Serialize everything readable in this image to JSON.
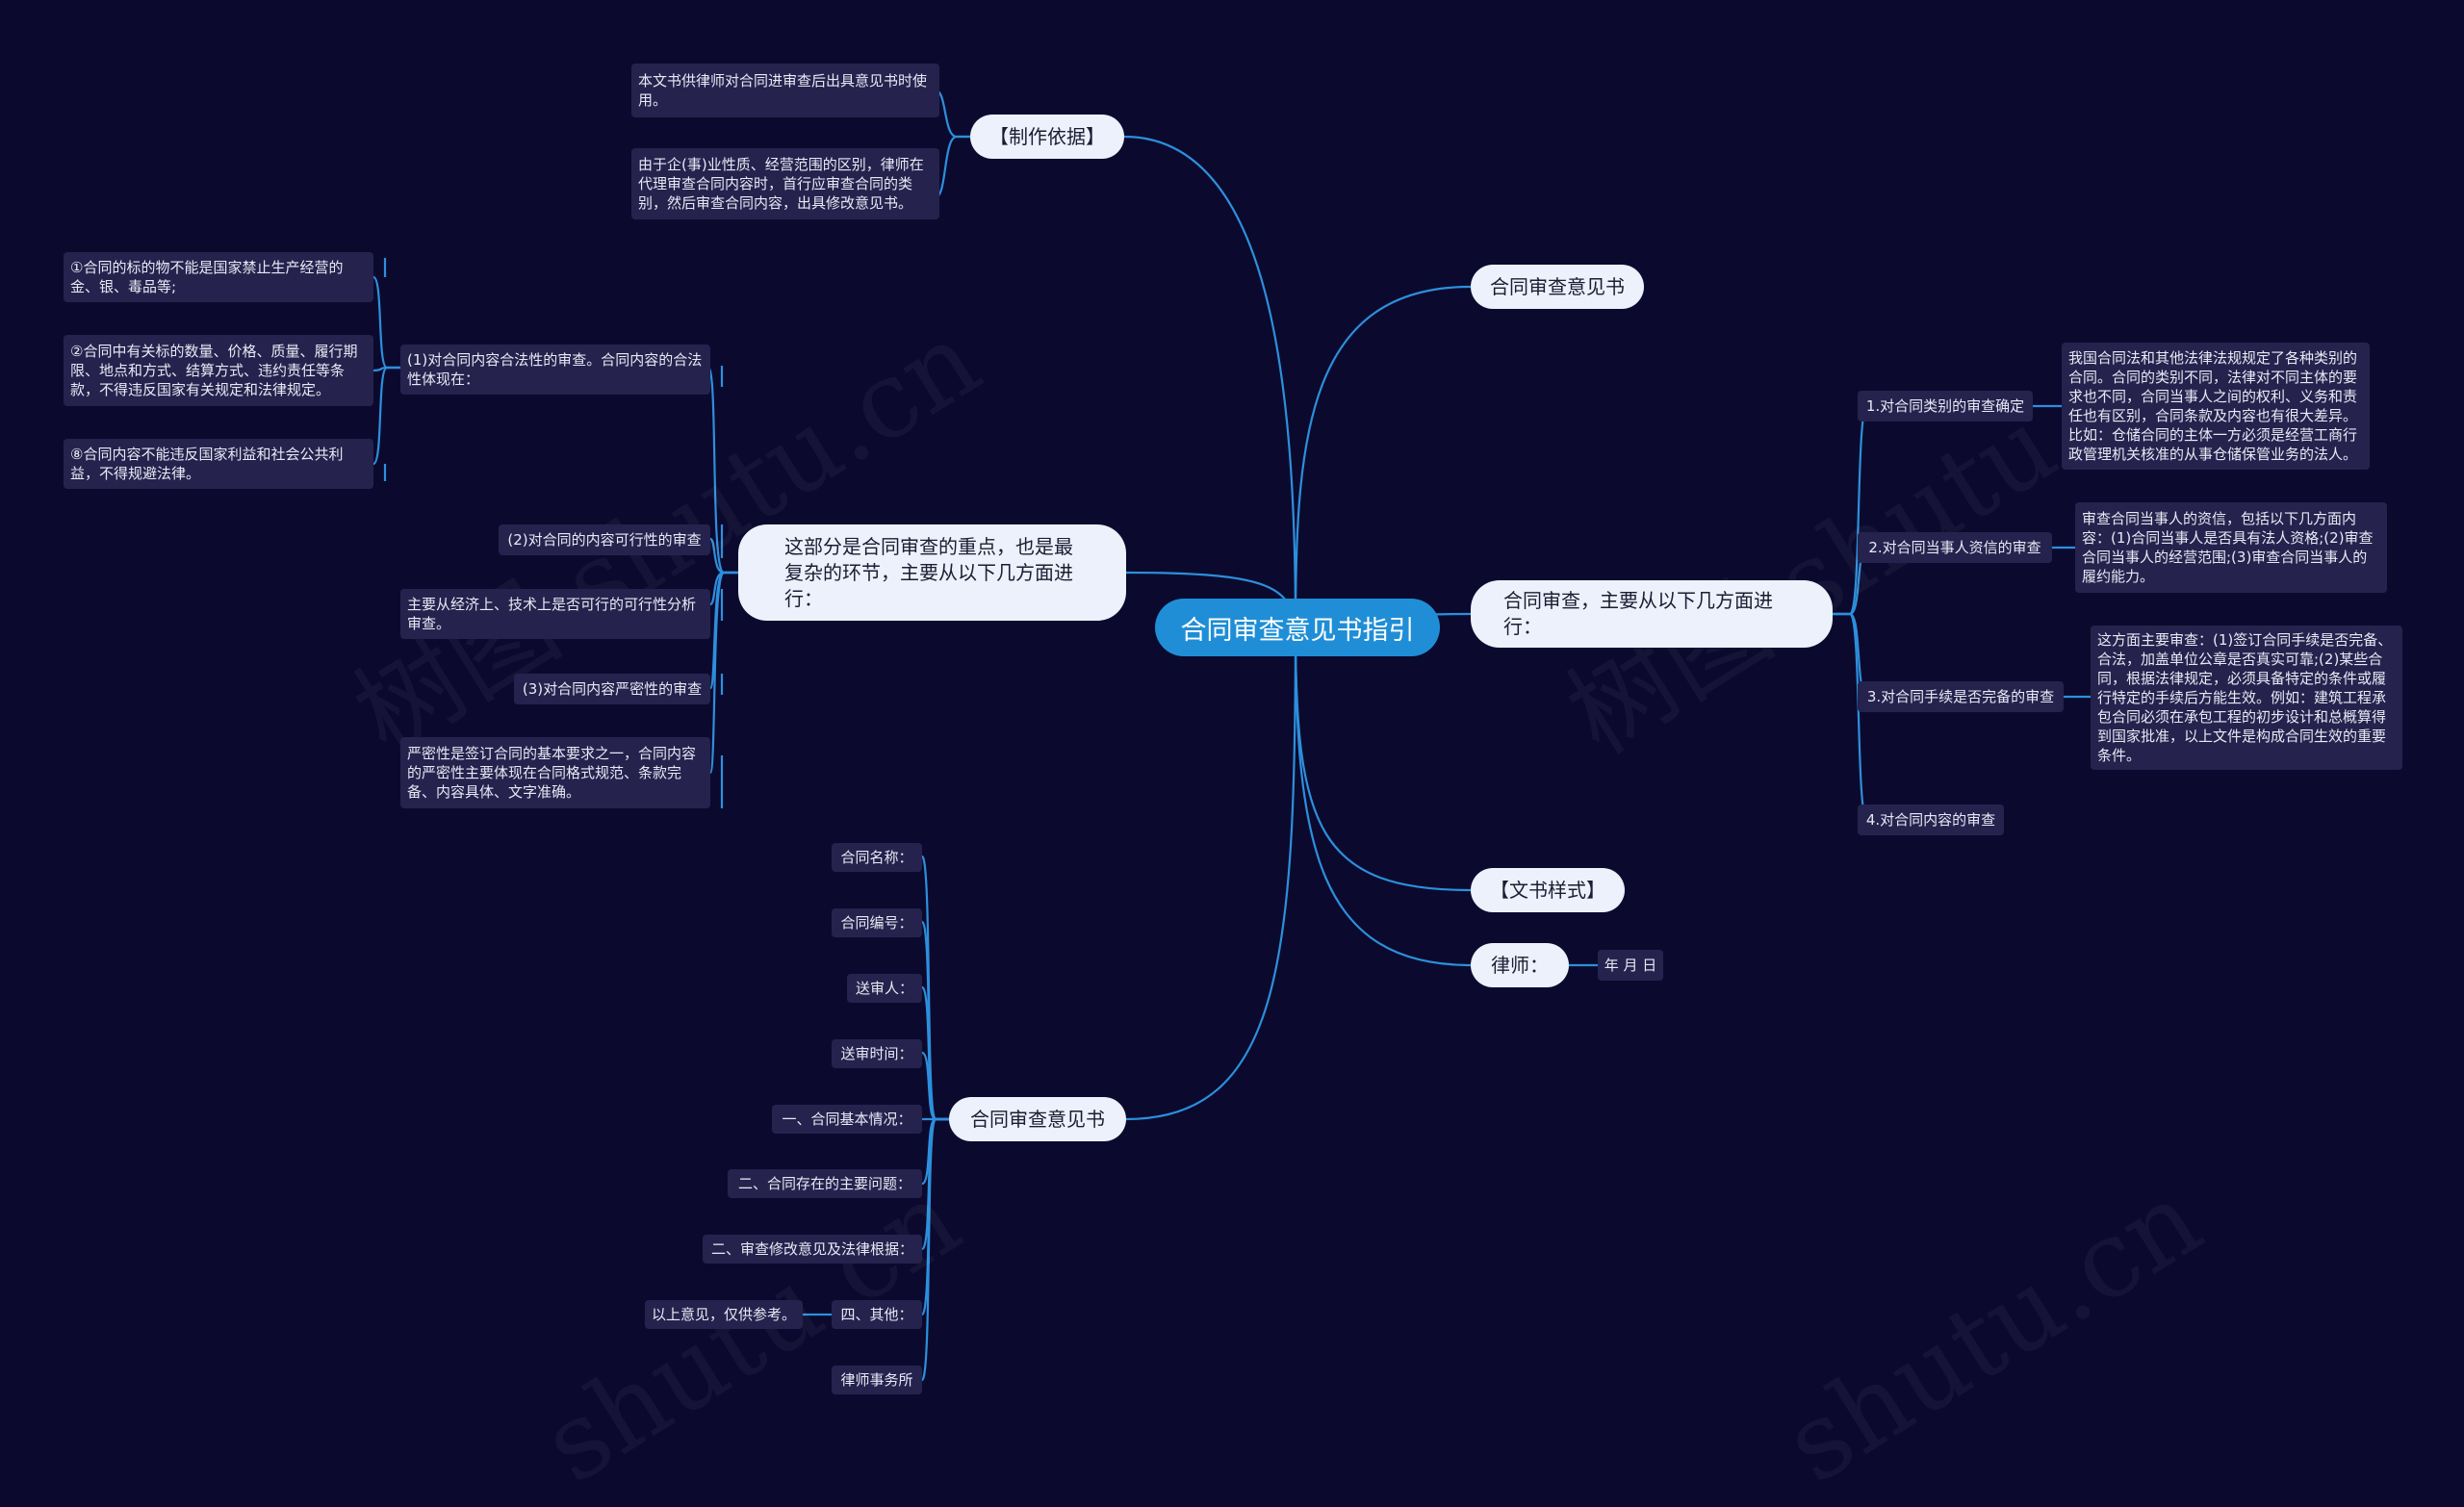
{
  "root": {
    "label": "合同审查意见书指引"
  },
  "left": {
    "basis": {
      "label": "【制作依据】",
      "items": [
        "本文书供律师对合同进审查后出具意见书时使用。",
        "由于企(事)业性质、经营范围的区别，律师在代理审查合同内容时，首行应审查合同的类别，然后审查合同内容，出具修改意见书。"
      ]
    },
    "focus": {
      "label": "这部分是合同审查的重点，也是最复杂的环节，主要从以下几方面进行：",
      "legality": {
        "label": "(1)对合同内容合法性的审查。合同内容的合法性体现在：",
        "items": [
          "①合同的标的物不能是国家禁止生产经营的金、银、毒品等;",
          "②合同中有关标的数量、价格、质量、履行期限、地点和方式、结算方式、违约责任等条款，不得违反国家有关规定和法律规定。",
          "⑧合同内容不能违反国家利益和社会公共利益，不得规避法律。"
        ]
      },
      "feasibility": {
        "label": "(2)对合同的内容可行性的审查",
        "note": "主要从经济上、技术上是否可行的可行性分析审查。"
      },
      "rigor": {
        "label": "(3)对合同内容严密性的审查",
        "note": "严密性是签订合同的基本要求之一，合同内容的严密性主要体现在合同格式规范、条款完备、内容具体、文字准确。"
      }
    },
    "opinion": {
      "label": "合同审查意见书",
      "items": [
        "合同名称：",
        "合同编号：",
        "送审人：",
        "送审时间：",
        "一、合同基本情况：",
        "二、合同存在的主要问题：",
        "二、审查修改意见及法律根据：",
        "四、其他：",
        "律师事务所"
      ],
      "other_note": "以上意见，仅供参考。"
    }
  },
  "right": {
    "title_node": {
      "label": "合同审查意见书"
    },
    "aspects": {
      "label": "合同审查，主要从以下几方面进行：",
      "items": [
        {
          "label": "1.对合同类别的审查确定",
          "note": "我国合同法和其他法律法规规定了各种类别的合同。合同的类别不同，法律对不同主体的要求也不同，合同当事人之间的权利、义务和责任也有区别，合同条款及内容也有很大差异。比如：仓储合同的主体一方必须是经营工商行政管理机关核准的从事仓储保管业务的法人。"
        },
        {
          "label": "2.对合同当事人资信的审查",
          "note": "审查合同当事人的资信，包括以下几方面内容：(1)合同当事人是否具有法人资格;(2)审查合同当事人的经营范围;(3)审查合同当事人的履约能力。"
        },
        {
          "label": "3.对合同手续是否完备的审查",
          "note": "这方面主要审查：(1)签订合同手续是否完备、合法，加盖单位公章是否真实可靠;(2)某些合同，根据法律规定，必须具备特定的条件或履行特定的手续后方能生效。例如：建筑工程承包合同必须在承包工程的初步设计和总概算得到国家批准，以上文件是构成合同生效的重要条件。"
        },
        {
          "label": "4.对合同内容的审查"
        }
      ]
    },
    "style": {
      "label": "【文书样式】"
    },
    "lawyer": {
      "label": "律师：",
      "date": "年 月 日"
    }
  },
  "colors": {
    "background": "#0b0a2e",
    "root": "#1f8ed6",
    "main": "#ecf1fb",
    "leaf": "#25234d",
    "line": "#2d8fdc"
  }
}
